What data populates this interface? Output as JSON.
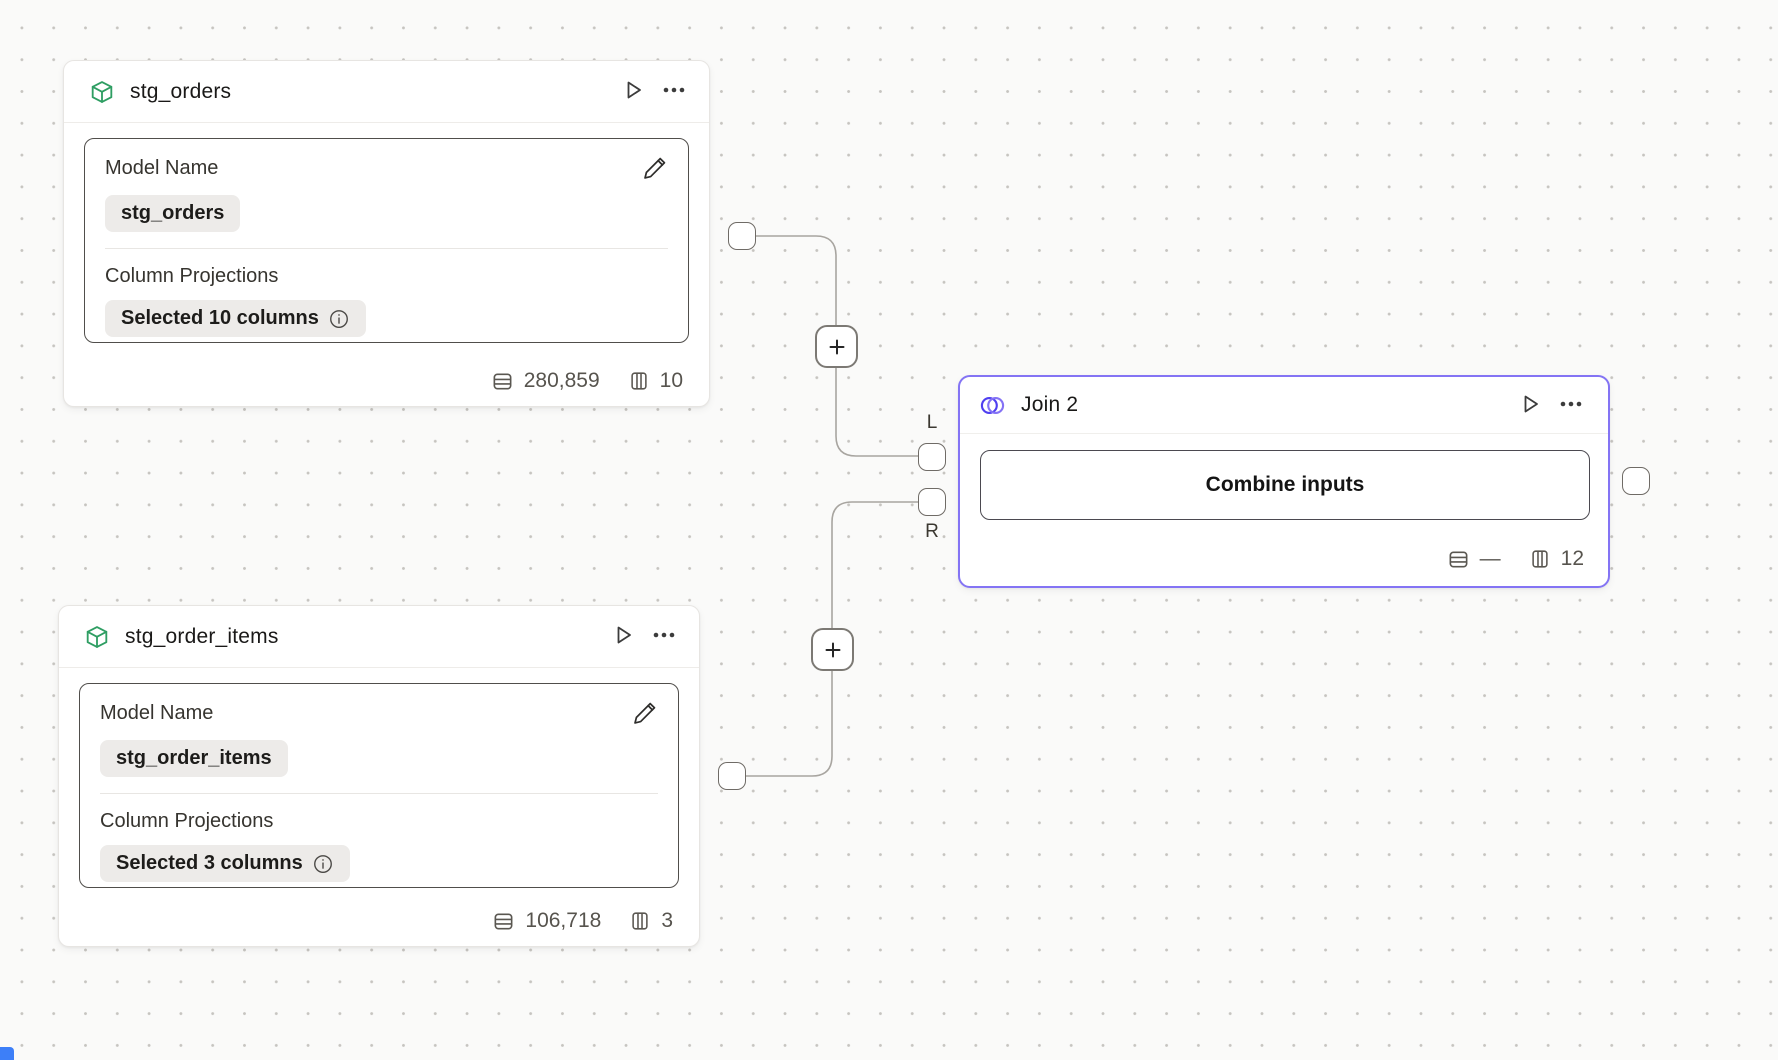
{
  "canvas": {
    "background": "#fafaf9",
    "grid_dot_color": "#c6c4c0"
  },
  "colors": {
    "model_icon_green": "#2f9e63",
    "join_accent_purple": "#8474f4",
    "join_icon_purple_left": "#4f3ff0",
    "join_icon_purple_right": "#8472f5",
    "edge_gray": "#a8a5a0",
    "chip_background": "#edebe9"
  },
  "icons": {
    "model_type": "cube-icon",
    "join_type": "join-venn-icon",
    "run": "play-icon",
    "menu": "ellipsis-icon",
    "edit": "pencil-icon",
    "info": "info-icon",
    "row_count": "rows-icon",
    "column_count": "columns-icon",
    "add_step": "plus-icon"
  },
  "nodes": {
    "stg_orders": {
      "title": "stg_orders",
      "model_name_label": "Model Name",
      "model_name_value": "stg_orders",
      "projections_label": "Column Projections",
      "projections_value": "Selected 10 columns",
      "rows": "280,859",
      "columns": "10"
    },
    "stg_order_items": {
      "title": "stg_order_items",
      "model_name_label": "Model Name",
      "model_name_value": "stg_order_items",
      "projections_label": "Column Projections",
      "projections_value": "Selected 3 columns",
      "rows": "106,718",
      "columns": "3"
    },
    "join": {
      "title": "Join 2",
      "button_label": "Combine inputs",
      "rows": "—",
      "columns": "12",
      "left_port_label": "L",
      "right_port_label": "R"
    }
  }
}
